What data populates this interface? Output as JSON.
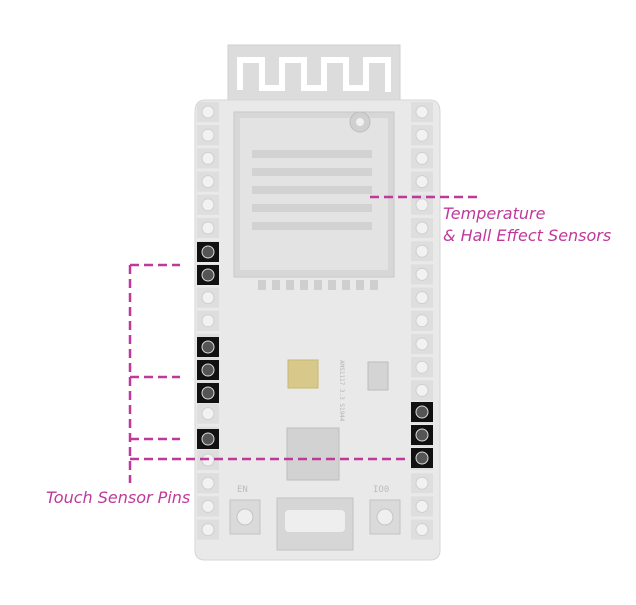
{
  "labels": {
    "temperature_line1": "Temperature",
    "temperature_line2": "& Hall Effect Sensors",
    "touch_sensor": "Touch Sensor Pins"
  },
  "board": {
    "chip_text": [
      "AMS1117",
      "3.3",
      "S1944"
    ],
    "button_left": "EN",
    "button_right": "IO0"
  },
  "colors": {
    "callout": "#c0399a",
    "board_faded": "#e6e6e6",
    "pin_highlight": "#111111"
  }
}
